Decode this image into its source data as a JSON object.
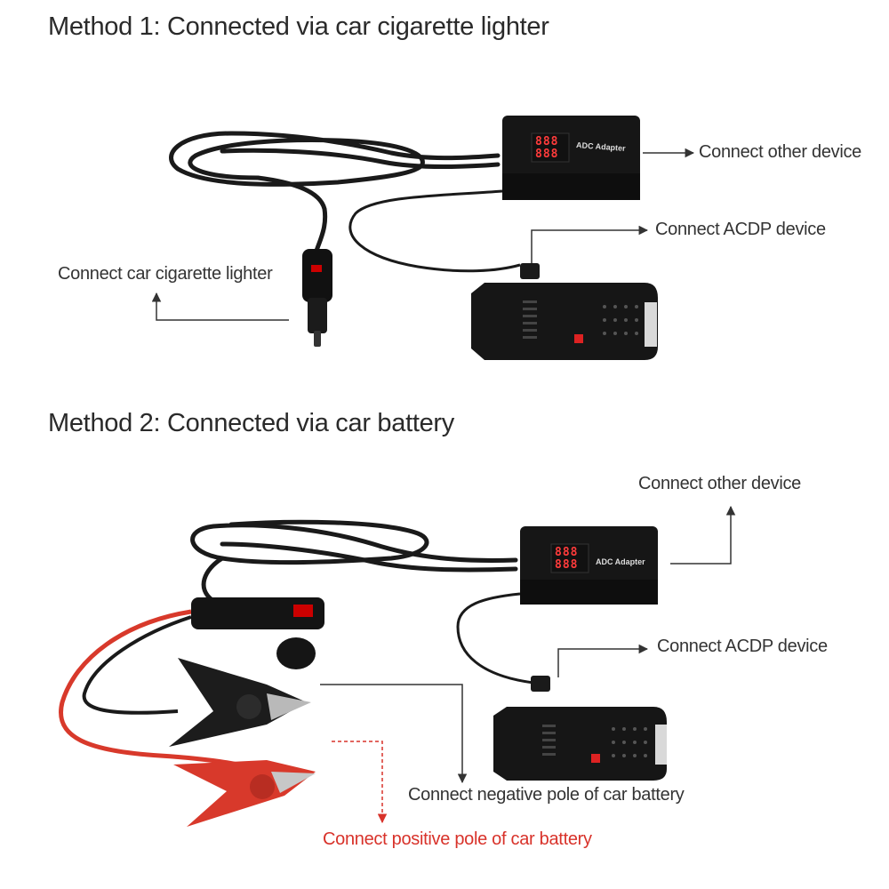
{
  "method1": {
    "title": "Method 1: Connected via car cigarette lighter",
    "labels": {
      "other_device": "Connect other device",
      "acdp_device": "Connect ACDP device",
      "cigarette_lighter": "Connect car cigarette lighter"
    },
    "adapter_label": "ADC Adapter",
    "display_digits": "888"
  },
  "method2": {
    "title": "Method 2: Connected via car battery",
    "labels": {
      "other_device": "Connect other device",
      "acdp_device": "Connect ACDP device",
      "negative_pole": "Connect negative pole of car battery",
      "positive_pole": "Connect positive pole of car battery"
    },
    "adapter_label": "ADC Adapter",
    "display_digits": "888"
  },
  "colors": {
    "device_body": "#161616",
    "display_red": "#ff3b3b",
    "positive_clamp": "#d8392b",
    "negative_clamp": "#1c1c1c",
    "positive_label": "#d8322a"
  },
  "icons": [
    "arrow-right-icon",
    "arrow-up-icon",
    "arrow-down-icon",
    "power-indicator-icon"
  ]
}
